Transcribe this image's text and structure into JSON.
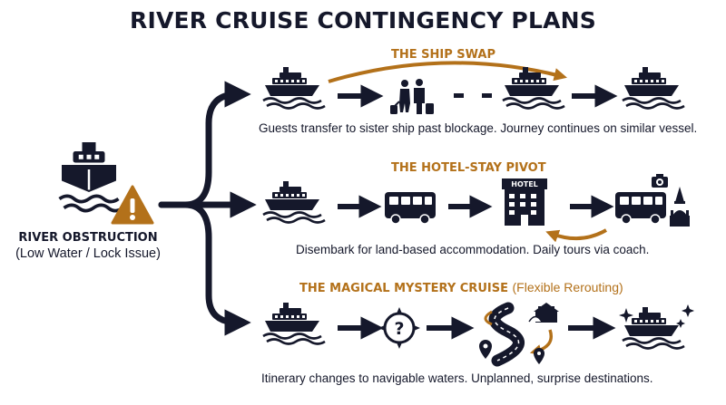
{
  "title": "RIVER CRUISE CONTINGENCY PLANS",
  "origin": {
    "label": "RIVER OBSTRUCTION",
    "sublabel": "(Low Water / Lock Issue)"
  },
  "plans": [
    {
      "heading": "THE SHIP SWAP",
      "caption": "Guests transfer to sister ship past blockage. Journey continues on similar vessel."
    },
    {
      "heading": "THE HOTEL-STAY PIVOT",
      "hotel_sign": "HOTEL",
      "caption": "Disembark for land-based accommodation. Daily tours via coach."
    },
    {
      "heading": "THE MAGICAL MYSTERY CRUISE",
      "heading_note": "(Flexible Rerouting)",
      "caption": "Itinerary changes to navigable waters. Unplanned, surprise destinations."
    }
  ],
  "colors": {
    "navy": "#15182b",
    "gold": "#b3711a",
    "water": "#2c3a63"
  },
  "icons": [
    "ship-icon",
    "warning-icon",
    "travelers-luggage-icon",
    "bus-icon",
    "hotel-icon",
    "camera-icon",
    "landmark-icon",
    "question-compass-icon",
    "winding-river-icon",
    "map-pin-icon",
    "sparkle-icon"
  ]
}
